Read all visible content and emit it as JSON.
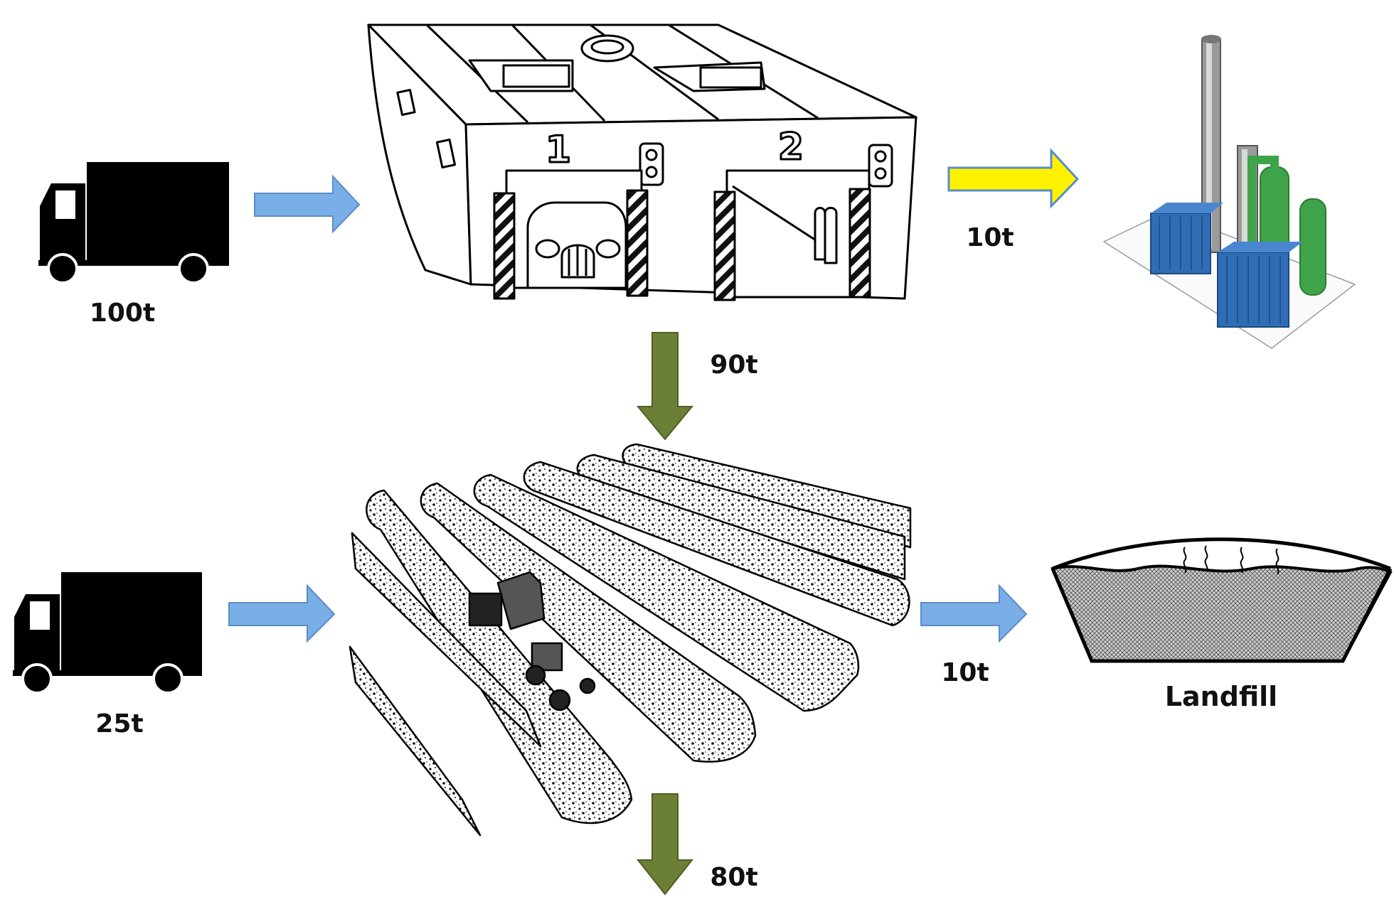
{
  "diagram": {
    "colors": {
      "blue_arrow": "#7AAEE6",
      "blue_arrow_edge": "#5B8CC8",
      "yellow_arrow": "#FFF200",
      "yellow_arrow_edge": "#5B8CC8",
      "olive_arrow": "#6B7F35",
      "olive_arrow_edge": "#4F5F25",
      "truck": "#000000",
      "equipment_blue": "#2F6DB5",
      "equipment_green": "#3FA34A"
    },
    "nodes": {
      "truck_top": {
        "label": "100t",
        "icon": "truck-icon"
      },
      "garage": {
        "bay1": "1",
        "bay2": "2",
        "icon": "garage-building-icon"
      },
      "plant": {
        "icon": "treatment-plant-icon"
      },
      "truck_bottom": {
        "label": "25t",
        "icon": "truck-icon"
      },
      "compost_field": {
        "icon": "compost-windrows-icon"
      },
      "landfill": {
        "label": "Landfill",
        "icon": "landfill-icon"
      }
    },
    "edges": [
      {
        "from": "truck_top",
        "to": "garage",
        "label": ""
      },
      {
        "from": "garage",
        "to": "plant",
        "label": "10t"
      },
      {
        "from": "garage",
        "to": "compost_field",
        "label": "90t"
      },
      {
        "from": "truck_bottom",
        "to": "compost_field",
        "label": ""
      },
      {
        "from": "compost_field",
        "to": "landfill",
        "label": "10t"
      },
      {
        "from": "compost_field",
        "to": "output",
        "label": "80t"
      }
    ]
  }
}
